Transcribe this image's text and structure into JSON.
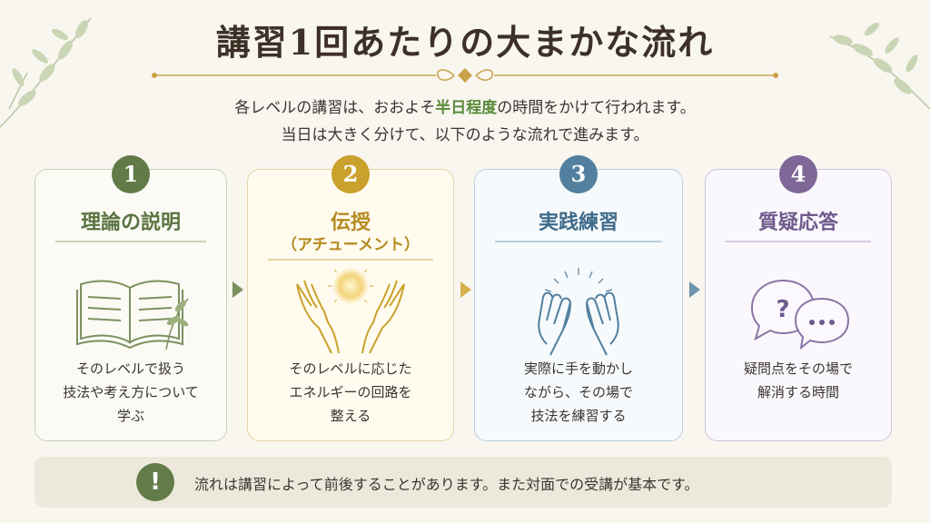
{
  "title": "講習1回あたりの大まかな流れ",
  "intro": {
    "line1_before": "各レベルの講習は、おおよそ",
    "line1_highlight": "半日程度",
    "line1_after": "の時間をかけて行われます。",
    "line2": "当日は大きく分けて、以下のような流れで進みます。"
  },
  "steps": [
    {
      "number": "1",
      "title": "理論の説明",
      "subtitle": "",
      "icon": "open-book-icon",
      "description": [
        "そのレベルで扱う",
        "技法や考え方について",
        "学ぶ"
      ]
    },
    {
      "number": "2",
      "title": "伝授",
      "subtitle": "（アチューメント）",
      "icon": "hands-light-icon",
      "description": [
        "そのレベルに応じた",
        "エネルギーの回路を",
        "整える"
      ]
    },
    {
      "number": "3",
      "title": "実践練習",
      "subtitle": "",
      "icon": "raised-hands-icon",
      "description": [
        "実際に手を動かし",
        "ながら、その場で",
        "技法を練習する"
      ]
    },
    {
      "number": "4",
      "title": "質疑応答",
      "subtitle": "",
      "icon": "speech-bubbles-icon",
      "description": [
        "疑問点をその場で",
        "解消する時間"
      ]
    }
  ],
  "notice": {
    "icon": "exclamation-icon",
    "badge": "!",
    "text": "流れは講習によって前後することがあります。また対面での受講が基本です。"
  },
  "colors": {
    "green": "#617a48",
    "gold": "#c9a12c",
    "blue": "#52809e",
    "purple": "#7f6898",
    "highlight": "#5b8a3a"
  }
}
